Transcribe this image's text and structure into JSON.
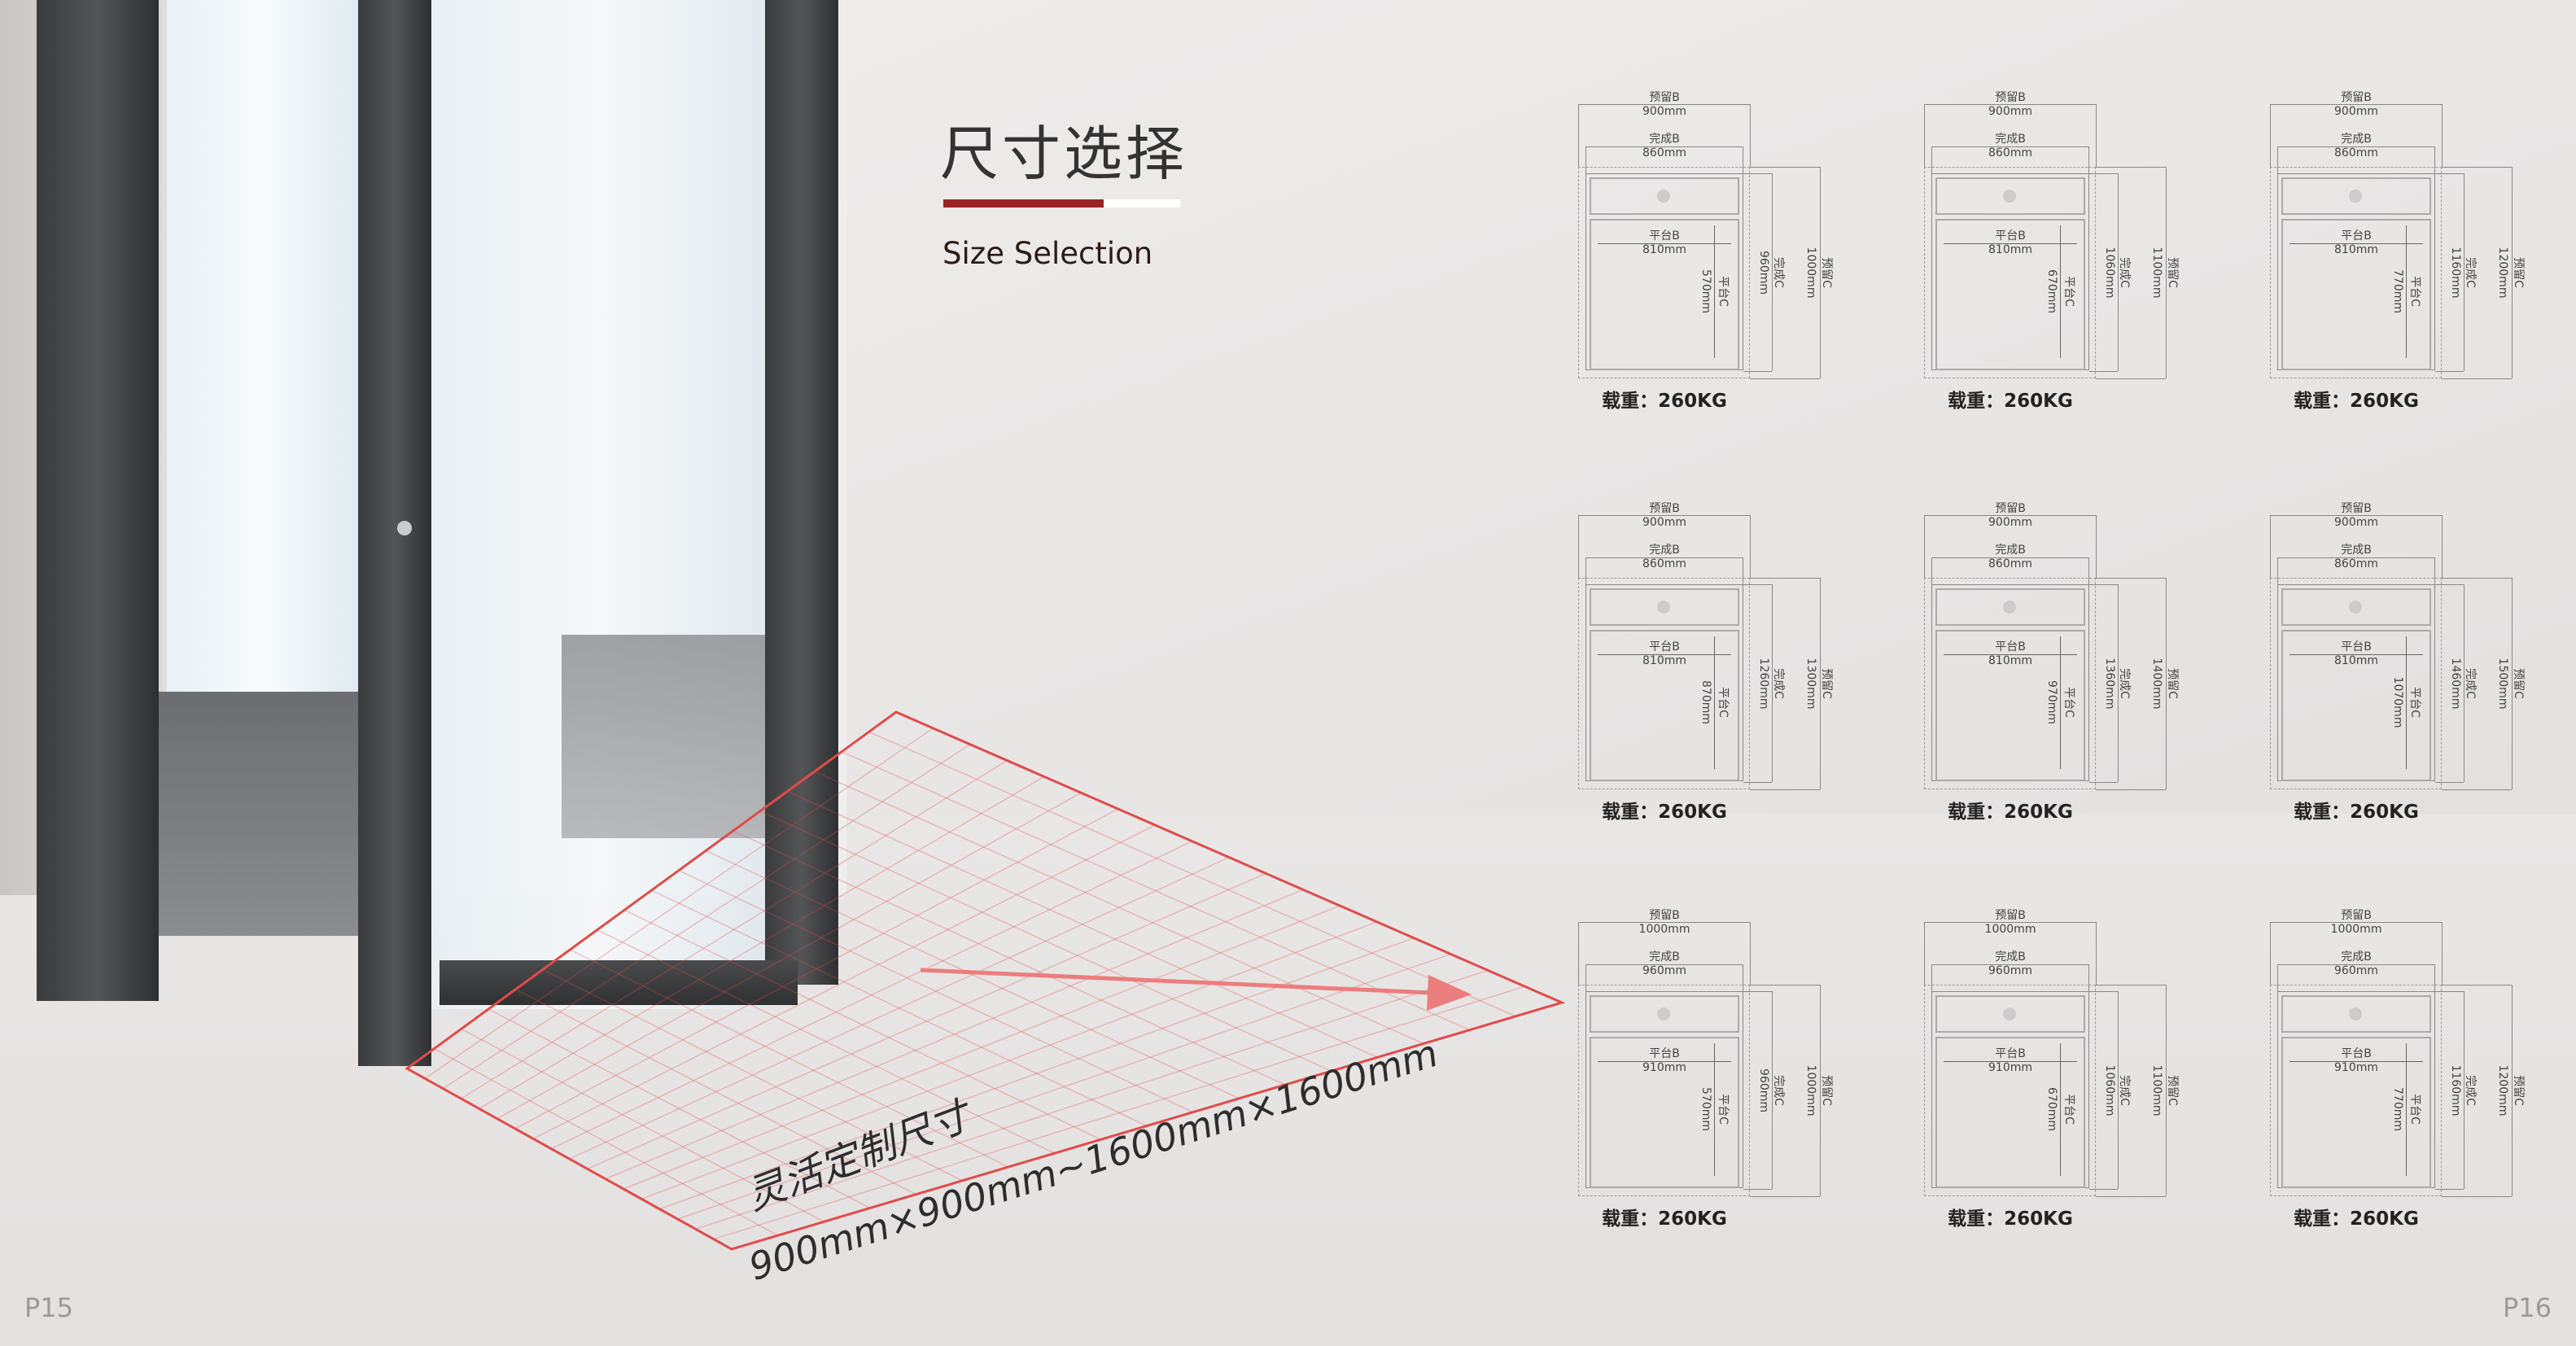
{
  "header": {
    "title": "尺寸选择",
    "subtitle": "Size Selection"
  },
  "floor": {
    "caption": "灵活定制尺寸",
    "range": "900mm×900mm~1600mm×1600mm"
  },
  "pages": {
    "left": "P15",
    "right": "P16"
  },
  "colors": {
    "accent": "#9a2424",
    "grid": "#e04b4b"
  },
  "labels": {
    "reserve_b": "预留B",
    "finish_b": "完成B",
    "platform_b": "平台B",
    "platform_c": "平台C",
    "finish_c": "完成C",
    "reserve_c": "预留C"
  },
  "diagrams": [
    {
      "reserve_b": "900mm",
      "finish_b": "860mm",
      "platform_b": "810mm",
      "platform_c": "570mm",
      "finish_c": "960mm",
      "reserve_c": "1000mm",
      "load": "载重：260KG"
    },
    {
      "reserve_b": "900mm",
      "finish_b": "860mm",
      "platform_b": "810mm",
      "platform_c": "670mm",
      "finish_c": "1060mm",
      "reserve_c": "1100mm",
      "load": "载重：260KG"
    },
    {
      "reserve_b": "900mm",
      "finish_b": "860mm",
      "platform_b": "810mm",
      "platform_c": "770mm",
      "finish_c": "1160mm",
      "reserve_c": "1200mm",
      "load": "载重：260KG"
    },
    {
      "reserve_b": "900mm",
      "finish_b": "860mm",
      "platform_b": "810mm",
      "platform_c": "870mm",
      "finish_c": "1260mm",
      "reserve_c": "1300mm",
      "load": "载重：260KG"
    },
    {
      "reserve_b": "900mm",
      "finish_b": "860mm",
      "platform_b": "810mm",
      "platform_c": "970mm",
      "finish_c": "1360mm",
      "reserve_c": "1400mm",
      "load": "载重：260KG"
    },
    {
      "reserve_b": "900mm",
      "finish_b": "860mm",
      "platform_b": "810mm",
      "platform_c": "1070mm",
      "finish_c": "1460mm",
      "reserve_c": "1500mm",
      "load": "载重：260KG"
    },
    {
      "reserve_b": "1000mm",
      "finish_b": "960mm",
      "platform_b": "910mm",
      "platform_c": "570mm",
      "finish_c": "960mm",
      "reserve_c": "1000mm",
      "load": "载重：260KG"
    },
    {
      "reserve_b": "1000mm",
      "finish_b": "960mm",
      "platform_b": "910mm",
      "platform_c": "670mm",
      "finish_c": "1060mm",
      "reserve_c": "1100mm",
      "load": "载重：260KG"
    },
    {
      "reserve_b": "1000mm",
      "finish_b": "960mm",
      "platform_b": "910mm",
      "platform_c": "770mm",
      "finish_c": "1160mm",
      "reserve_c": "1200mm",
      "load": "载重：260KG"
    }
  ]
}
